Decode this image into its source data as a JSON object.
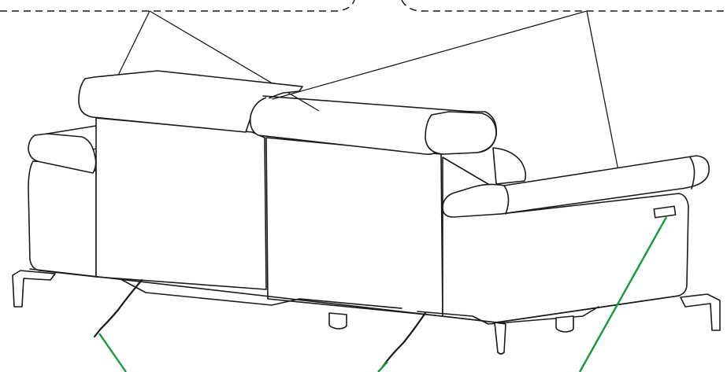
{
  "diagram": {
    "subject": "sofa-rear-view",
    "callouts": [
      {
        "id": "headrests",
        "style": "dashed-bracket",
        "targets": 2
      },
      {
        "id": "armrests",
        "style": "dashed-bracket",
        "targets": 2
      },
      {
        "id": "left-power-cable",
        "style": "leader",
        "color": "#159a3c"
      },
      {
        "id": "right-power-cable",
        "style": "leader",
        "color": "#159a3c"
      },
      {
        "id": "usb-port",
        "style": "leader",
        "color": "#159a3c"
      }
    ],
    "colors": {
      "line": "#1a1a1a",
      "leader_green": "#159a3c",
      "background": "#ffffff"
    }
  }
}
